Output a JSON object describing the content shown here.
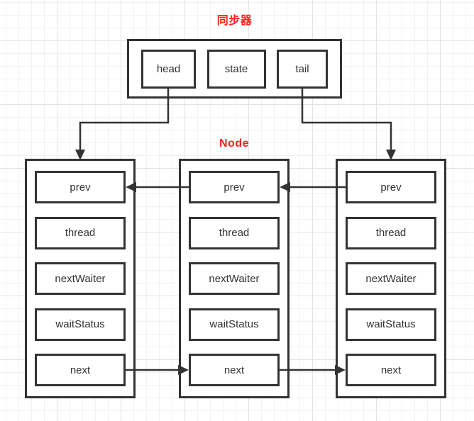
{
  "colors": {
    "accent_red": "#ff1f1f",
    "shape_stroke": "#333333",
    "label_text": "#333333",
    "grid_minor": "#f1f1f1",
    "grid_major": "#e3e3e3",
    "background": "#ffffff"
  },
  "synchronizer": {
    "title": "同步器",
    "fields": [
      "head",
      "state",
      "tail"
    ]
  },
  "node_section": {
    "title": "Node"
  },
  "nodes": [
    {
      "id": "node1",
      "fields": [
        "prev",
        "thread",
        "nextWaiter",
        "waitStatus",
        "next"
      ]
    },
    {
      "id": "node2",
      "fields": [
        "prev",
        "thread",
        "nextWaiter",
        "waitStatus",
        "next"
      ]
    },
    {
      "id": "node3",
      "fields": [
        "prev",
        "thread",
        "nextWaiter",
        "waitStatus",
        "next"
      ]
    }
  ],
  "edges": [
    {
      "from": "synchronizer.head",
      "to": "node1",
      "direction": "down"
    },
    {
      "from": "synchronizer.tail",
      "to": "node3",
      "direction": "down"
    },
    {
      "from": "node2.prev",
      "to": "node1.prev",
      "direction": "left"
    },
    {
      "from": "node3.prev",
      "to": "node2.prev",
      "direction": "left"
    },
    {
      "from": "node1.next",
      "to": "node2.next",
      "direction": "right"
    },
    {
      "from": "node2.next",
      "to": "node3.next",
      "direction": "right"
    }
  ]
}
